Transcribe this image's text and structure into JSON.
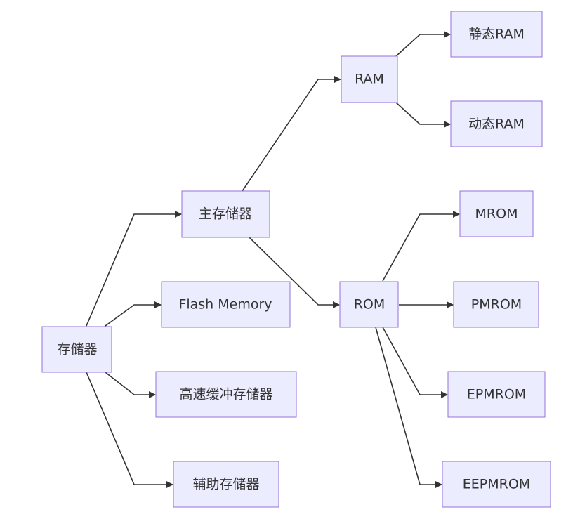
{
  "nodes": {
    "storage": "存储器",
    "main_storage": "主存储器",
    "flash_memory": "Flash Memory",
    "cache": "高速缓冲存储器",
    "aux_storage": "辅助存储器",
    "ram": "RAM",
    "rom": "ROM",
    "sram": "静态RAM",
    "dram": "动态RAM",
    "mrom": "MROM",
    "pmrom": "PMROM",
    "epmrom": "EPMROM",
    "eepmrom": "EEPMROM"
  },
  "colors": {
    "node_fill": "#ECECFF",
    "node_stroke": "#9370DB",
    "edge": "#333333",
    "text": "#333333"
  }
}
